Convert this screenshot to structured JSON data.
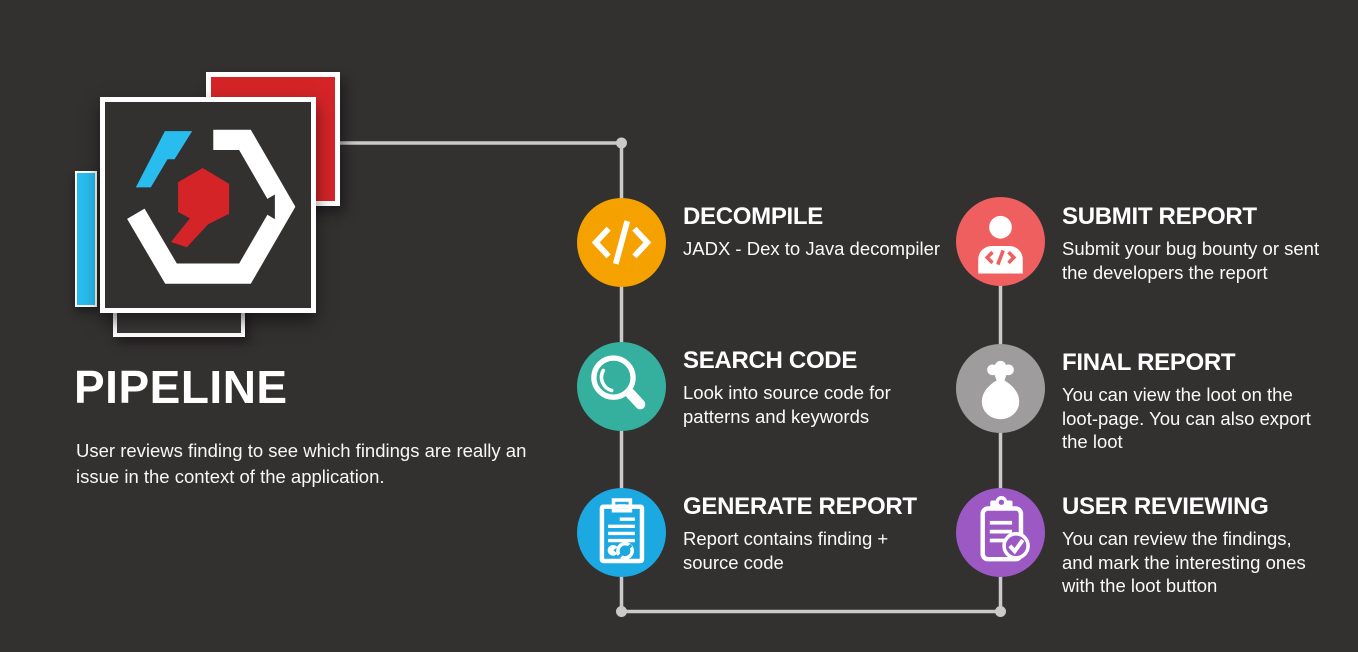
{
  "header": {
    "title": "PIPELINE",
    "description": "User reviews finding to see which findings are really an\nissue in the context of the application."
  },
  "colors": {
    "background": "#333030",
    "connector": "#CBCACA",
    "logo_cyan": "#29BCEE",
    "logo_red": "#D42428",
    "logo_bar": "#3A3737",
    "text": "#FFFFFF"
  },
  "steps": [
    {
      "title": "DECOMPILE",
      "description": "JADX - Dex to Java decompiler",
      "color": "#F5A100",
      "icon": "code-icon"
    },
    {
      "title": "SEARCH CODE",
      "description": "Look into source code for\npatterns and keywords",
      "color": "#35AF9E",
      "icon": "search-icon"
    },
    {
      "title": "GENERATE REPORT",
      "description": "Report contains finding +\nsource code",
      "color": "#1CA8E1",
      "icon": "report-icon"
    },
    {
      "title": "SUBMIT REPORT",
      "description": "Submit your bug bounty or sent\nthe developers the report",
      "color": "#F05F5F",
      "icon": "person-icon"
    },
    {
      "title": "FINAL REPORT",
      "description": "You can view the loot on the\nloot-page. You can also export\nthe loot",
      "color": "#9E9C9C",
      "icon": "money-bag-icon"
    },
    {
      "title": "USER REVIEWING",
      "description": "You can review the findings,\nand mark the interesting ones\nwith the loot button",
      "color": "#9C59C4",
      "icon": "clipboard-check-icon"
    }
  ]
}
